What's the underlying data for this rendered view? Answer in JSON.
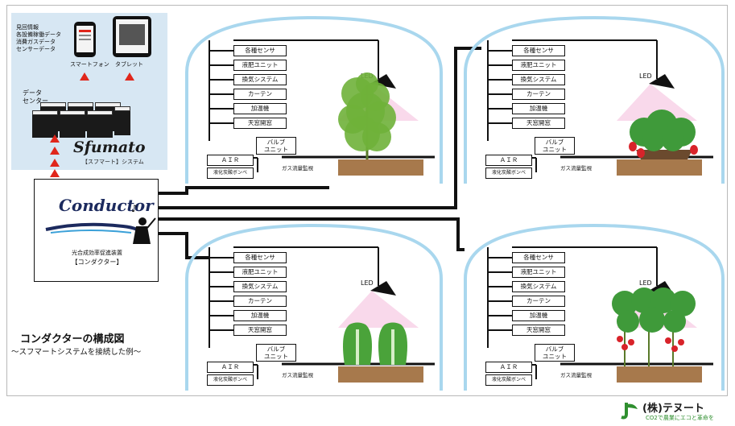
{
  "system_panel": {
    "data_list": [
      "見回情報",
      "各設備稼働データ",
      "消費ガスデータ",
      "センサーデータ"
    ],
    "smartphone_label": "スマートフォン",
    "tablet_label": "タブレット",
    "datacenter_label": "データ\nセンター",
    "sfumato_logo": "Sfumato",
    "sfumato_sub": "【スフマート】システム"
  },
  "conductor": {
    "logo": "Conductor",
    "line1": "光合成効率促進装置",
    "line2": "【コンダクター】"
  },
  "greenhouse": {
    "devices": [
      "各種センサ",
      "液肥ユニット",
      "換気システム",
      "カーテン",
      "加温機",
      "天窓開窓"
    ],
    "valve": "バルブ\nユニット",
    "air": "ＡＩＲ",
    "co2": "液化炭酸ボンベ",
    "gas": "ガス流量監視",
    "led": "LED"
  },
  "caption": {
    "title": "コンダクターの構成図",
    "subtitle": "〜スフマートシステムを接続した例〜"
  },
  "company": {
    "name": "(株)テヌート",
    "tagline": "CO2で農業にエコと革命を"
  },
  "colors": {
    "dome": "#a9d7ee",
    "led_glow": "#f2a9d3",
    "arrow": "#e0261b",
    "soil": "#a7794c",
    "panel": "#d7e7f3"
  }
}
